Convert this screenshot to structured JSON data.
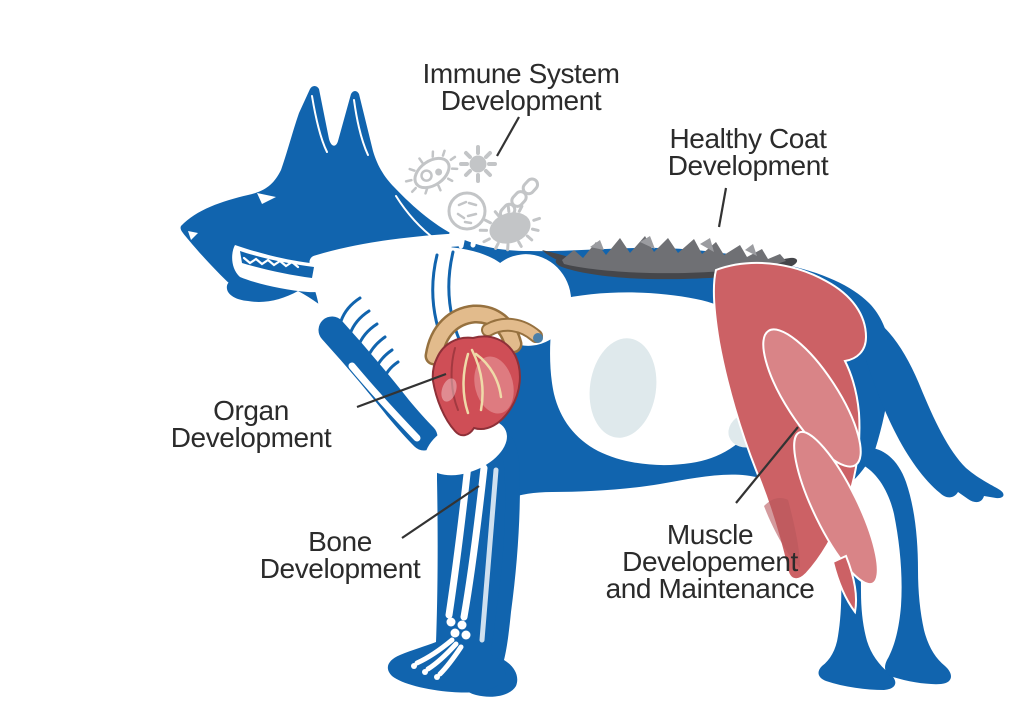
{
  "diagram": {
    "subject": "dog-development-benefits-diagram",
    "labels": {
      "immune": {
        "lines": [
          "Immune System",
          "Development"
        ]
      },
      "healthy_coat": {
        "lines": [
          "Healthy Coat",
          "Development"
        ]
      },
      "organ": {
        "lines": [
          "Organ",
          "Development"
        ]
      },
      "bone": {
        "lines": [
          "Bone",
          "Development"
        ]
      },
      "muscle": {
        "lines": [
          "Muscle",
          "Developement",
          "and Maintenance"
        ]
      }
    },
    "icons": [
      "dog-silhouette",
      "bacterium-outline-icon",
      "virus-icon",
      "microbe-colony-icon",
      "bacteria-chain-icon",
      "bacterium-filled-icon",
      "heart-organ",
      "fur-patch",
      "hind-leg-muscle",
      "front-leg-bones"
    ]
  },
  "colors": {
    "background": "#ffffff",
    "body_blue": "#1164ae",
    "text_dark": "#2b2b2b",
    "leader_line": "#333333",
    "heart_red": "#cf4e56",
    "heart_light": "#de7b80",
    "heart_outline": "#8e3038",
    "heart_vessel_tan": "#e2bb8c",
    "heart_vessel_outline": "#96713f",
    "vessel_cream": "#efdaa8",
    "muscle_red": "#cc6165",
    "muscle_light": "#d98487",
    "muscle_dark": "#b8575c",
    "fur_dark": "#45464a",
    "fur_mid": "#6f7074",
    "fur_light": "#9b9ca0",
    "microbe_gray": "#c3c5c7",
    "organ_pale": "#dfe9ec"
  }
}
